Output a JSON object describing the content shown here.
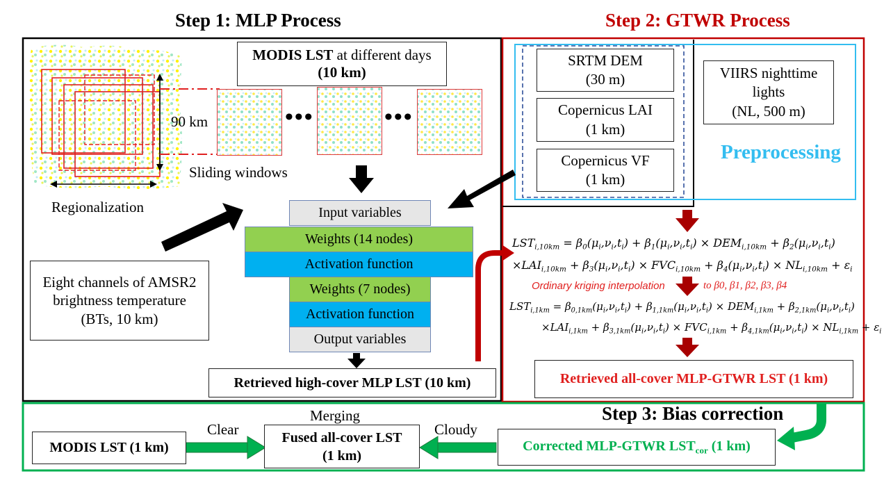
{
  "titles": {
    "step1": "Step 1: MLP Process",
    "step2": "Step 2: GTWR Process",
    "step3": "Step 3: Bias correction"
  },
  "step1": {
    "modis_box": {
      "bold": "MODIS LST",
      "rest": " at different days",
      "line2": "(10 km)"
    },
    "distance_label": "90 km",
    "sliding_label": "Sliding windows",
    "regionalization_label": "Regionalization",
    "amsr_box": [
      "Eight channels of AMSR2",
      "brightness temperature",
      "(BTs, 10 km)"
    ],
    "layers": [
      {
        "label": "Input variables",
        "color": "#e6e6e6"
      },
      {
        "label": "Weights (14 nodes)",
        "color": "#92d050"
      },
      {
        "label": "Activation function",
        "color": "#00b0f0"
      },
      {
        "label": "Weights (7 nodes)",
        "color": "#92d050"
      },
      {
        "label": "Activation function",
        "color": "#00b0f0"
      },
      {
        "label": "Output variables",
        "color": "#e6e6e6"
      }
    ],
    "result_box": "Retrieved high-cover MLP LST (10 km)",
    "ellipsis": "•••"
  },
  "step2": {
    "dem_box": [
      "SRTM DEM",
      "(30 m)"
    ],
    "lai_box": [
      "Copernicus LAI",
      "(1 km)"
    ],
    "vf_box": [
      "Copernicus VF",
      "(1 km)"
    ],
    "viirs_box": [
      "VIIRS nighttime",
      "lights",
      "(NL, 500 m)"
    ],
    "preprocessing": "Preprocessing",
    "kriging_text": "Ordinary kriging interpolation",
    "kriging_target": "to β0, β1, β2, β3, β4",
    "result_box": "Retrieved all-cover MLP-GTWR LST (1 km)",
    "equation1_line1": "LSTi,10km = β0(μi,νi,ti) + β1(μi,νi,ti) × DEMi,10km + β2(μi,νi,ti)",
    "equation1_line2": "×LAIi,10km + β3(μi,νi,ti) × FVCi,10km + β4(μi,νi,ti) × NLi,10km + εi",
    "equation2_line1": "LSTi,1km = β0,1km(μi,νi,ti) + β1,1km(μi,νi,ti) × DEMi,1km + β2,1km(μi,νi,ti)",
    "equation2_line2": "×LAIi,1km + β3,1km(μi,νi,ti) × FVCi,1km + β4,1km(μi,νi,ti) × NLi,1km + εi"
  },
  "step3": {
    "modis_box": "MODIS LST (1 km)",
    "clear_label": "Clear",
    "merging_label": "Merging",
    "fused_box": [
      "Fused all-cover LST",
      "(1 km)"
    ],
    "cloudy_label": "Cloudy",
    "corrected_box": {
      "main": "Corrected MLP-GTWR LST",
      "sub": "cor",
      "tail": " (1 km)"
    }
  },
  "colors": {
    "step2_red": "#c00000",
    "step3_green": "#00b050",
    "preprocessing_blue": "#33bdf0",
    "kriging_red": "#e0201f",
    "black_arrow": "#000000"
  }
}
